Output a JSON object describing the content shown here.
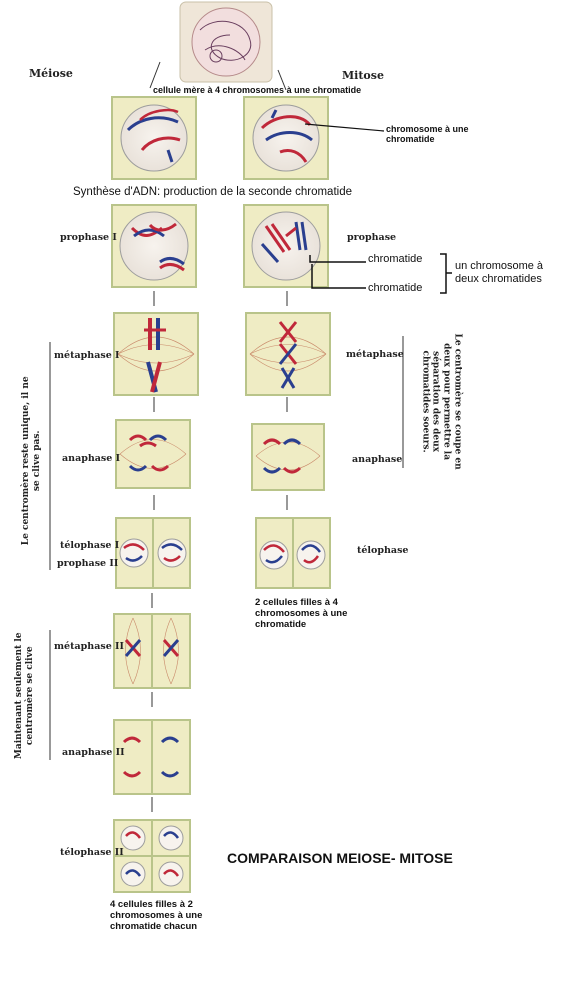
{
  "headers": {
    "meiose": "Méiose",
    "mitose": "Mitose"
  },
  "top_caption": "cellule mère à 4 chromosomes à une chromatide",
  "annot_chromosome": "chromosome à une chromatide",
  "synthesis": "Synthèse d'ADN: production de la seconde chromatide",
  "meiose_labels": {
    "prophase1": "prophase I",
    "metaphase1": "métaphase I",
    "anaphase1": "anaphase I",
    "telophase1": "télophase I",
    "prophase2": "prophase II",
    "metaphase2": "métaphase II",
    "anaphase2": "anaphase II",
    "telophase2": "télophase II"
  },
  "mitose_labels": {
    "prophase": "prophase",
    "metaphase": "métaphase",
    "anaphase": "anaphase",
    "telophase": "télophase"
  },
  "chromatide_top": "chromatide",
  "chromatide_bottom": "chromatide",
  "two_chromatids": "un chromosome à deux chromatides",
  "side_left_1": "Le centromère reste unique, il ne se clive pas.",
  "side_left_2": "Maintenant seulement le centromère se clive",
  "side_right": "Le centromère se coupe en deux pour permettre la séparation des deux chromatides soeurs.",
  "mitose_result": "2 cellules filles à 4 chromosomes à une chromatide",
  "meiose_result": "4 cellules filles à 2 chromosomes à une chromatide chacun",
  "main_title": "COMPARAISON MEIOSE- MITOSE",
  "colors": {
    "cell_bg": "#efecc4",
    "cell_border": "#b9c48a",
    "red": "#c0283a",
    "blue": "#2a3f8f",
    "spindle": "#c98a6a"
  }
}
